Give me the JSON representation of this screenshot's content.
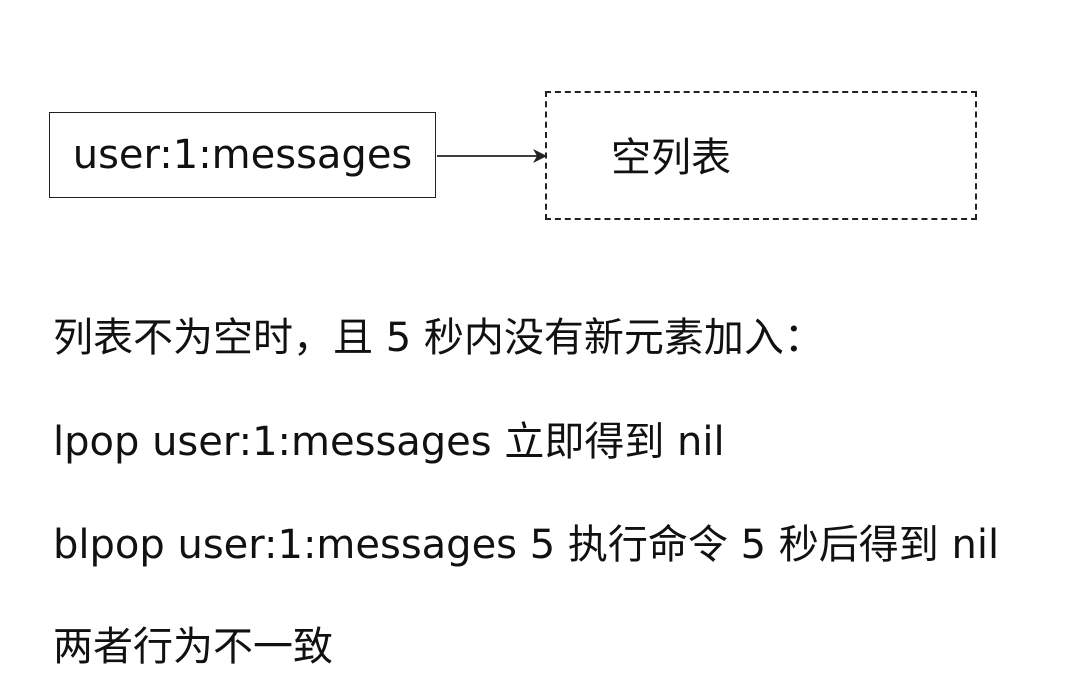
{
  "diagram": {
    "key_label": "user:1:messages",
    "value_label": "空列表"
  },
  "text_lines": {
    "line1": "列表不为空时，且 5 秒内没有新元素加入：",
    "line2": "lpop user:1:messages 立即得到 nil",
    "line3": "blpop user:1:messages 5 执行命令 5 秒后得到 nil",
    "line4": "两者行为不一致"
  }
}
